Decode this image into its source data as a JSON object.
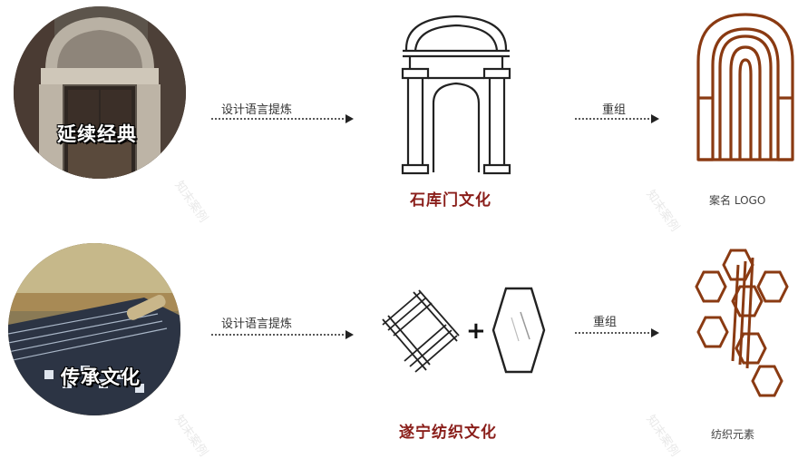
{
  "row1": {
    "photo_label": "延续经典",
    "arrow1_label": "设计语言提炼",
    "middle_caption": "石库门文化",
    "arrow2_label": "重组",
    "result_caption": "案名 LOGO"
  },
  "row2": {
    "photo_label": "传承文化",
    "arrow1_label": "设计语言提炼",
    "plus_sign": "+",
    "middle_caption": "遂宁纺织文化",
    "arrow2_label": "重组",
    "result_caption": "纺织元素"
  },
  "watermark": "知末案例",
  "colors": {
    "brand_brown": "#8a3a12",
    "caption_red": "#8a1e1a",
    "line_black": "#222222"
  }
}
